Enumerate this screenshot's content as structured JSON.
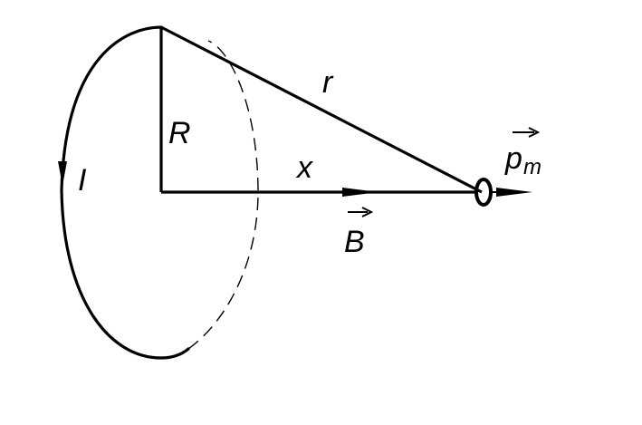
{
  "labels": {
    "radius": "R",
    "distance": "r",
    "axis_distance": "x",
    "current": "I",
    "field": "B",
    "moment_main": "p",
    "moment_sub": "m"
  },
  "colors": {
    "stroke": "#000000",
    "background": "#ffffff"
  }
}
